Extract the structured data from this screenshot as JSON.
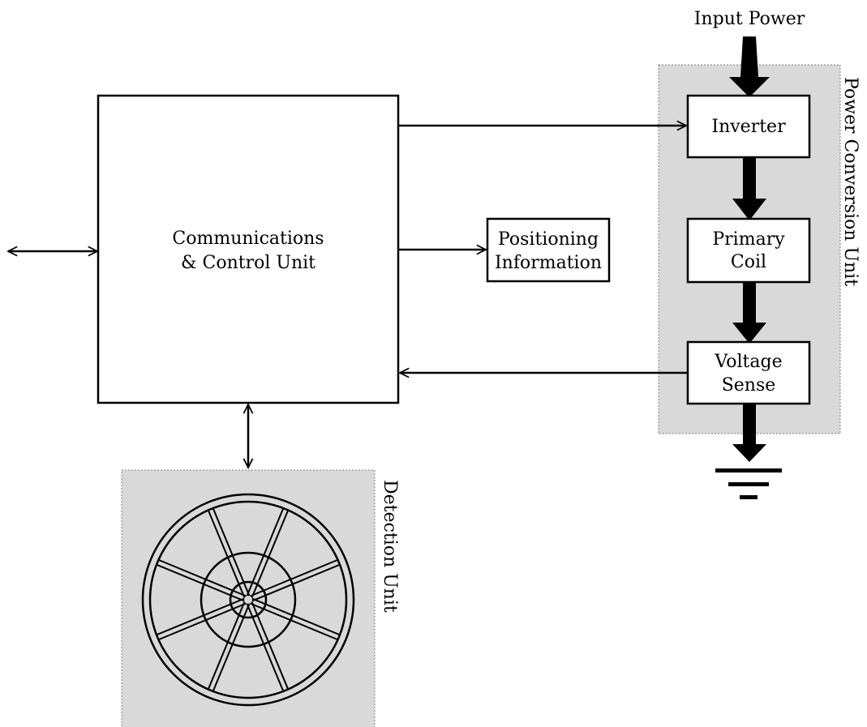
{
  "labels": {
    "input_power": "Input Power",
    "inverter": "Inverter",
    "primary_coil_line1": "Primary",
    "primary_coil_line2": "Coil",
    "voltage_sense_line1": "Voltage",
    "voltage_sense_line2": "Sense",
    "power_conversion_unit": "Power Conversion Unit",
    "comm_control_line1": "Communications",
    "comm_control_line2": "& Control Unit",
    "positioning_line1": "Positioning",
    "positioning_line2": "Information",
    "detection_unit": "Detection Unit"
  },
  "colors": {
    "panel_fill": "#d9d9d9",
    "line": "#000000",
    "box_fill": "#ffffff"
  }
}
